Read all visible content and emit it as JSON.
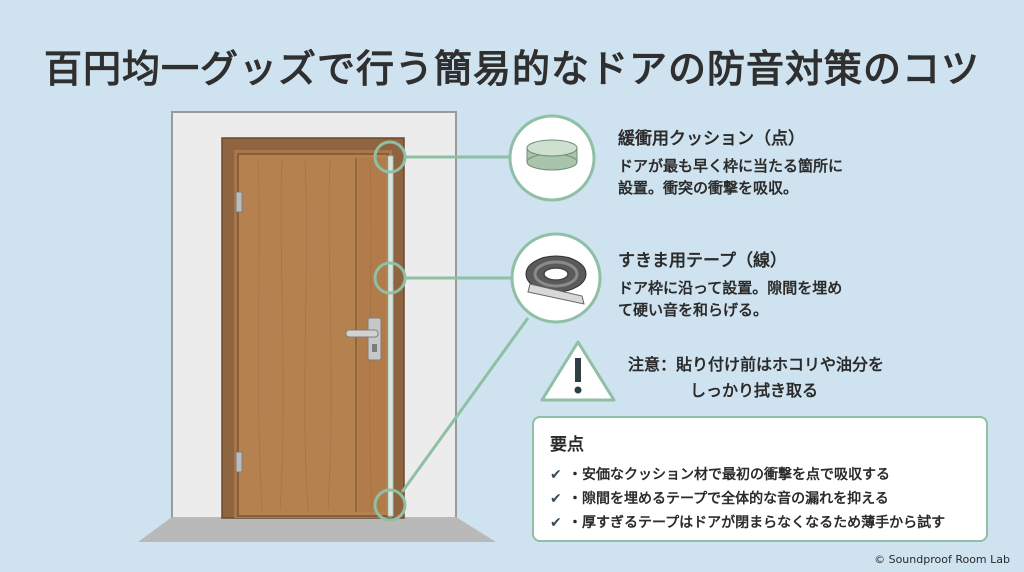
{
  "title": "百円均一グッズで行う簡易的なドアの防音対策のコツ",
  "callouts": [
    {
      "heading": "緩衝用クッション（点）",
      "line1": "ドアが最も早く枠に当たる箇所に",
      "line2": "設置。衝突の衝撃を吸収。",
      "icon": "cushion-pad-icon"
    },
    {
      "heading": "すきま用テープ（線）",
      "line1": "ドア枠に沿って設置。隙間を埋め",
      "line2": "て硬い音を和らげる。",
      "icon": "tape-roll-icon"
    }
  ],
  "caution": {
    "line1": "注意：貼り付け前はホコリや油分を",
    "line2": "しっかり拭き取る",
    "icon": "warning-triangle-icon"
  },
  "key_points": {
    "heading": "要点",
    "items": [
      "・安価なクッション材で最初の衝撃を点で吸収する",
      "・隙間を埋めるテープで全体的な音の漏れを抑える",
      "・厚すぎるテープはドアが閉まらなくなるため薄手から試す"
    ],
    "check_icon": "check-icon"
  },
  "credit": "© Soundproof Room Lab",
  "colors": {
    "background": "#cfe2ef",
    "accent_green": "#8fbfa4",
    "door_wood": "#b07d4f",
    "frame": "#8f6440"
  }
}
